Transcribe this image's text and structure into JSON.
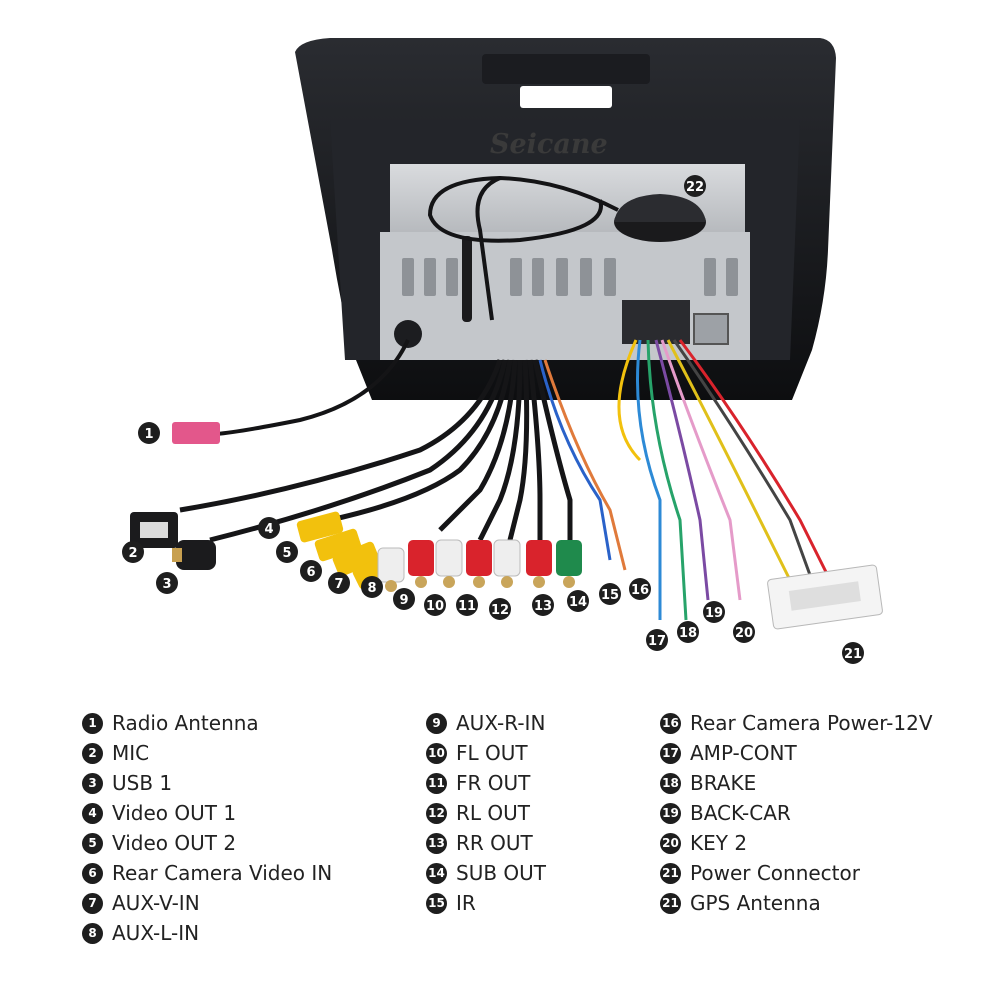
{
  "brand": "Seicane",
  "callouts": [
    "1",
    "2",
    "3",
    "4",
    "5",
    "6",
    "7",
    "8",
    "9",
    "10",
    "11",
    "12",
    "13",
    "14",
    "15",
    "16",
    "17",
    "18",
    "19",
    "20",
    "21",
    "22"
  ],
  "legend": {
    "col1": [
      {
        "num": "1",
        "label": "Radio Antenna"
      },
      {
        "num": "2",
        "label": "MIC"
      },
      {
        "num": "3",
        "label": "USB 1"
      },
      {
        "num": "4",
        "label": "Video OUT 1"
      },
      {
        "num": "5",
        "label": "Video OUT 2"
      },
      {
        "num": "6",
        "label": "Rear Camera Video IN"
      },
      {
        "num": "7",
        "label": "AUX-V-IN"
      },
      {
        "num": "8",
        "label": "AUX-L-IN"
      }
    ],
    "col2": [
      {
        "num": "9",
        "label": "AUX-R-IN"
      },
      {
        "num": "10",
        "label": "FL OUT"
      },
      {
        "num": "11",
        "label": "FR OUT"
      },
      {
        "num": "12",
        "label": "RL OUT"
      },
      {
        "num": "13",
        "label": "RR OUT"
      },
      {
        "num": "14",
        "label": "SUB OUT"
      },
      {
        "num": "15",
        "label": "IR"
      }
    ],
    "col3": [
      {
        "num": "16",
        "label": "Rear Camera Power-12V"
      },
      {
        "num": "17",
        "label": "AMP-CONT"
      },
      {
        "num": "18",
        "label": "BRAKE"
      },
      {
        "num": "19",
        "label": "BACK-CAR"
      },
      {
        "num": "20",
        "label": "KEY 2"
      },
      {
        "num": "21",
        "label": "Power Connector"
      },
      {
        "num": "21",
        "label": "GPS Antenna"
      }
    ]
  },
  "colors": {
    "bezel": "#151619",
    "chassis": "#c9ccd0",
    "rca_yellow": "#f2c10d",
    "rca_white": "#eeeeee",
    "rca_red": "#d9232c",
    "rca_green": "#1f8a4c",
    "badge": "#1e1e1e"
  }
}
